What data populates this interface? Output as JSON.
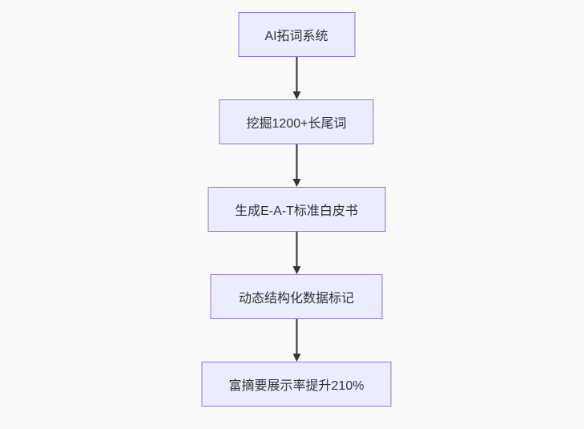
{
  "diagram": {
    "type": "flowchart",
    "direction": "top-down",
    "nodes": [
      {
        "label": "AI拓词系统"
      },
      {
        "label": "挖掘1200+长尾词"
      },
      {
        "label": "生成E-A-T标准白皮书"
      },
      {
        "label": "动态结构化数据标记"
      },
      {
        "label": "富摘要展示率提升210%"
      }
    ],
    "edges": [
      {
        "from": 0,
        "to": 1
      },
      {
        "from": 1,
        "to": 2
      },
      {
        "from": 2,
        "to": 3
      },
      {
        "from": 3,
        "to": 4
      }
    ],
    "colors": {
      "node_fill": "#ECECFF",
      "node_border": "#9370DB",
      "arrow": "#333333",
      "text": "#333333",
      "background": "#fafafa"
    }
  }
}
